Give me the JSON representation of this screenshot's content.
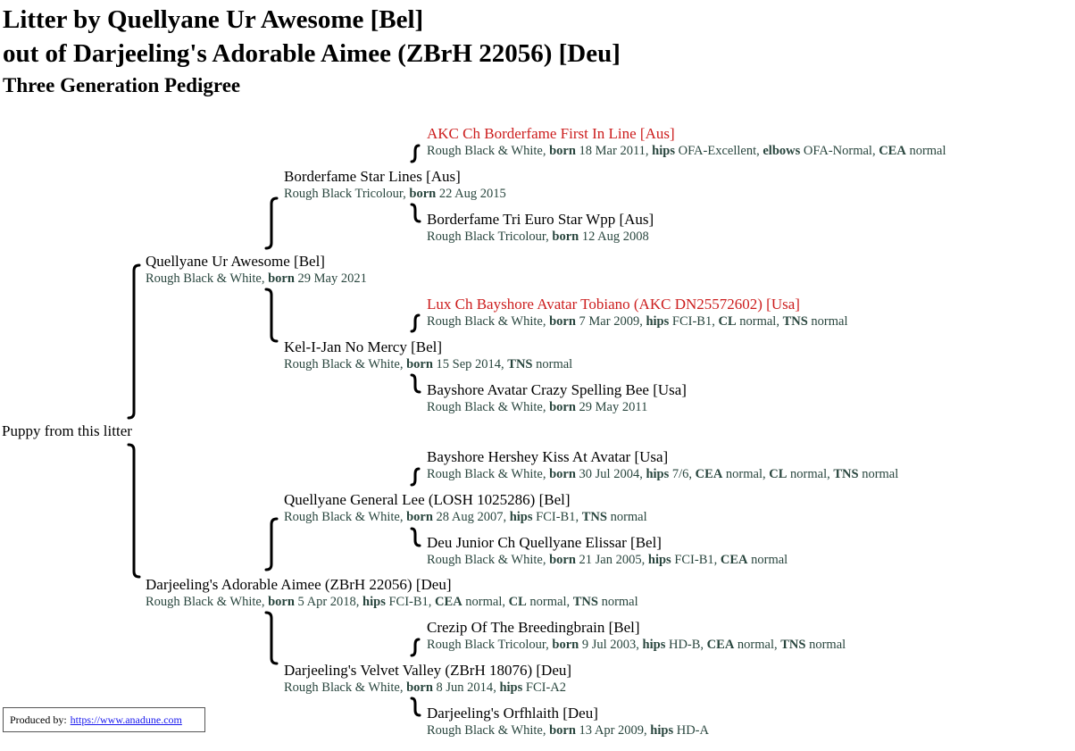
{
  "header": {
    "title_line1": "Litter by Quellyane Ur Awesome [Bel]",
    "title_line2": "out of Darjeeling's Adorable Aimee (ZBrH 22056) [Deu]",
    "subtitle": "Three Generation Pedigree"
  },
  "puppy_label": "Puppy from this litter",
  "sire": {
    "name": "Quellyane Ur Awesome [Bel]",
    "colour": "Rough Black & White,",
    "born": "29 May 2021",
    "extra": ""
  },
  "dam": {
    "name": "Darjeeling's Adorable Aimee (ZBrH 22056) [Deu]",
    "colour": "Rough Black & White,",
    "born": "5 Apr 2018",
    "extra": "FCI-B1, <b>CEA</b> normal, <b>CL</b> normal, <b>TNS</b> normal"
  },
  "grandparents": [
    {
      "name": "Borderfame Star Lines [Aus]",
      "colour": "Rough Black Tricolour,",
      "born": "22 Aug 2015",
      "extra": ""
    },
    {
      "name": "Kel-I-Jan No Mercy [Bel]",
      "colour": "Rough Black & White,",
      "born": "15 Sep 2014",
      "extra": ", <b>TNS</b> normal"
    },
    {
      "name": "Quellyane General Lee (LOSH 1025286) [Bel]",
      "colour": "Rough Black & White,",
      "born": "28 Aug 2007",
      "extra": ", <b>hips</b> FCI-B1, <b>TNS</b> normal"
    },
    {
      "name": "Darjeeling's Velvet Valley (ZBrH 18076) [Deu]",
      "colour": "Rough Black & White,",
      "born": "8 Jun 2014",
      "extra": ", <b>hips</b> FCI-A2"
    }
  ],
  "great_grandparents": [
    {
      "name": "AKC Ch Borderfame First In Line [Aus]",
      "red": true,
      "colour": "Rough Black & White,",
      "born": "18 Mar 2011",
      "extra": ", <b>hips</b> OFA-Excellent, <b>elbows</b> OFA-Normal, <b>CEA</b> normal"
    },
    {
      "name": "Borderfame Tri Euro Star Wpp [Aus]",
      "red": false,
      "colour": "Rough Black Tricolour,",
      "born": "12 Aug 2008",
      "extra": ""
    },
    {
      "name": "Lux Ch Bayshore Avatar Tobiano (AKC DN25572602) [Usa]",
      "red": true,
      "colour": "Rough Black & White,",
      "born": "7 Mar 2009",
      "extra": ", <b>hips</b> FCI-B1, <b>CL</b> normal, <b>TNS</b> normal"
    },
    {
      "name": "Bayshore Avatar Crazy Spelling Bee [Usa]",
      "red": false,
      "colour": "Rough Black & White,",
      "born": "29 May 2011",
      "extra": ""
    },
    {
      "name": "Bayshore Hershey Kiss At Avatar [Usa]",
      "red": false,
      "colour": "Rough Black & White,",
      "born": "30 Jul 2004",
      "extra": ", <b>hips</b> 7/6, <b>CEA</b> normal, <b>CL</b> normal, <b>TNS</b> normal"
    },
    {
      "name": "Deu Junior Ch Quellyane Elissar [Bel]",
      "red": false,
      "colour": "Rough Black & White,",
      "born": "21 Jan 2005",
      "extra": ", <b>hips</b> FCI-B1, <b>CEA</b> normal"
    },
    {
      "name": "Crezip Of The Breedingbrain [Bel]",
      "red": false,
      "colour": "Rough Black Tricolour,",
      "born": "9 Jul 2003",
      "extra": ", <b>hips</b> HD-B, <b>CEA</b> normal, <b>TNS</b> normal"
    },
    {
      "name": "Darjeeling's Orfhlaith [Deu]",
      "red": false,
      "colour": "Rough Black & White,",
      "born": "13 Apr 2009",
      "extra": ", <b>hips</b> HD-A"
    }
  ],
  "labels": {
    "born": "born",
    "hips": "hips"
  },
  "footer": {
    "label": "Produced by:",
    "link_text": "https://www.anadune.com"
  }
}
